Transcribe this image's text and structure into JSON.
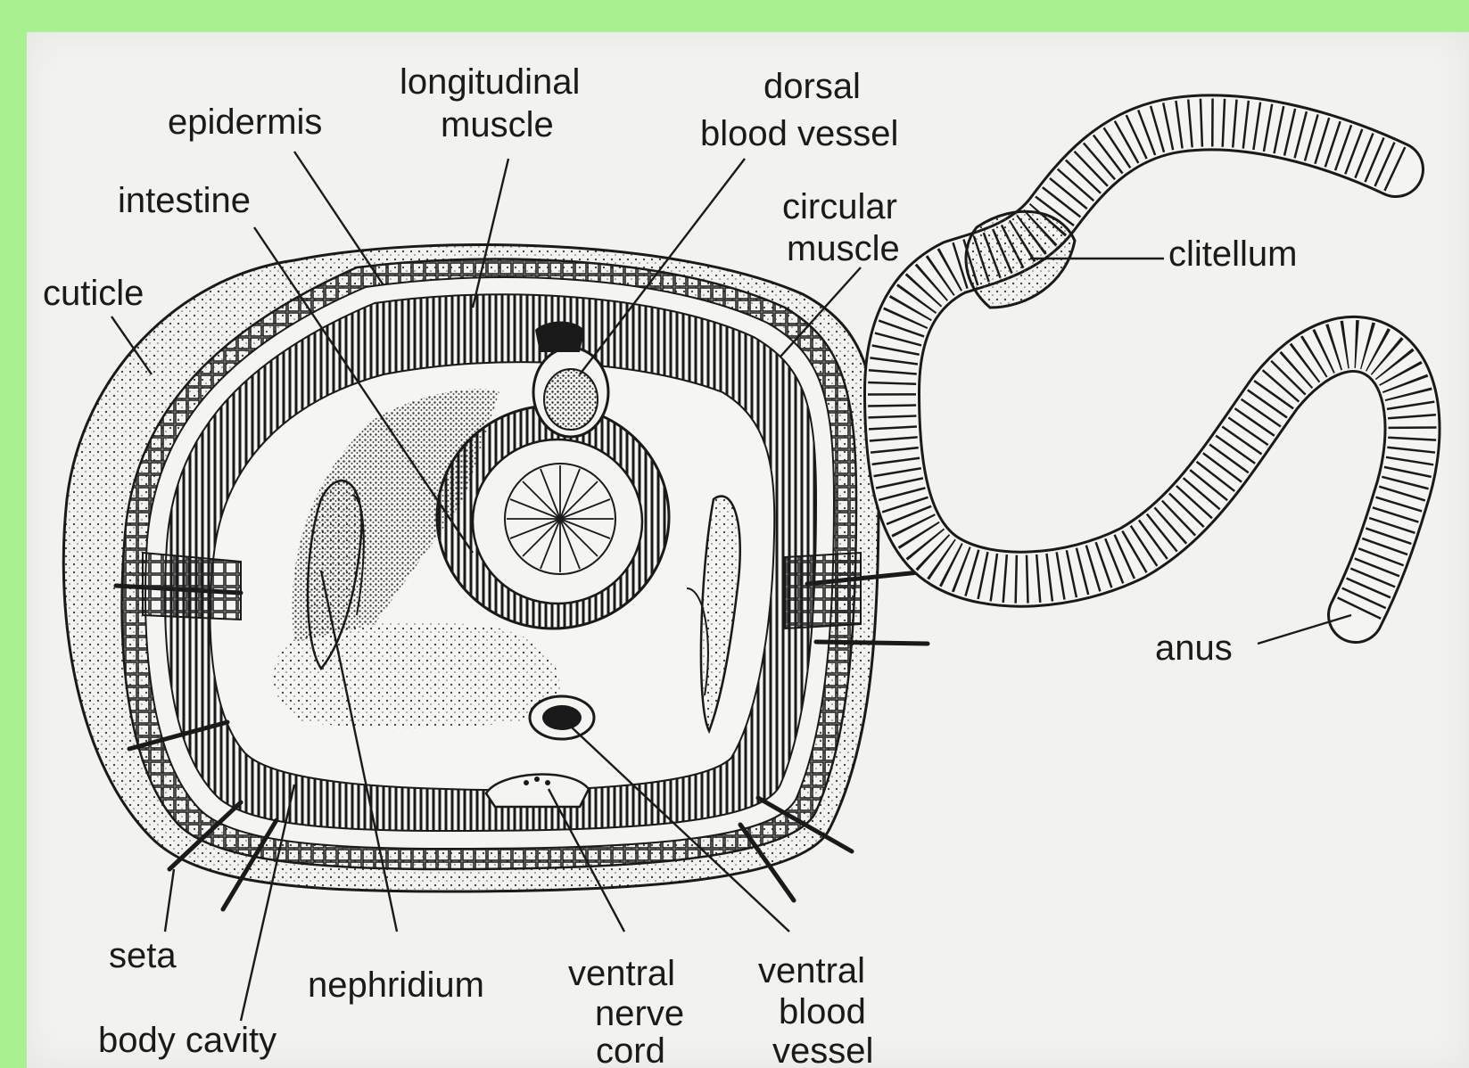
{
  "labels": {
    "epidermis": "epidermis",
    "longitudinal_1": "longitudinal",
    "longitudinal_2": "muscle",
    "dorsal_1": "dorsal",
    "dorsal_2": "blood vessel",
    "intestine": "intestine",
    "circular_1": "circular",
    "circular_2": "muscle",
    "cuticle": "cuticle",
    "clitellum": "clitellum",
    "anus": "anus",
    "seta": "seta",
    "nephridium": "nephridium",
    "body_cavity": "body cavity",
    "vnc_1": "ventral",
    "vnc_2": "nerve",
    "vnc_3": "cord",
    "vbv_1": "ventral",
    "vbv_2": "blood",
    "vbv_3": "vessel"
  },
  "colors": {
    "frame": "#a8f090",
    "panel": "#f2f2ef",
    "ink": "#1a1a1a"
  }
}
